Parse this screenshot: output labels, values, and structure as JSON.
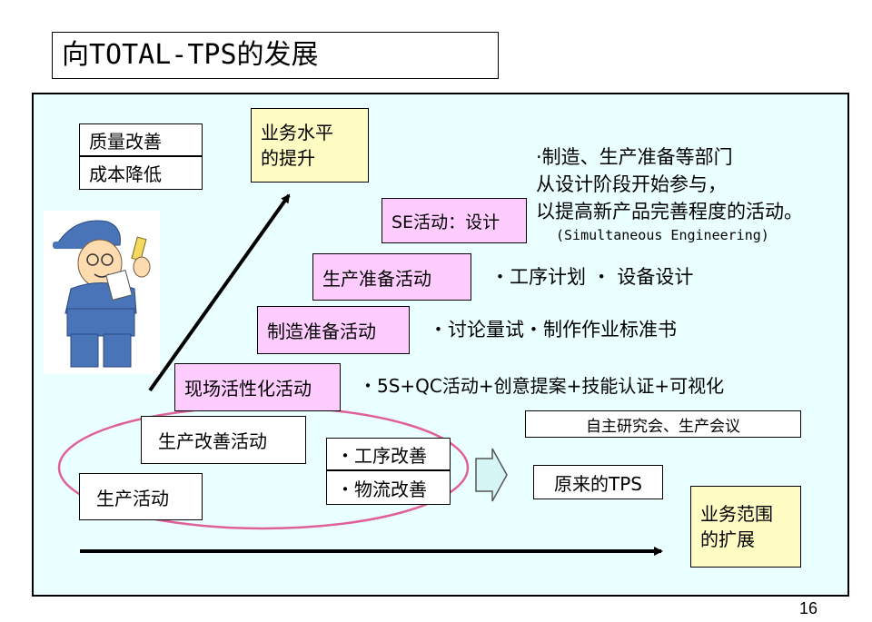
{
  "title": "向TOTAL-TPS的发展",
  "left_boxes": {
    "quality": "质量改善",
    "cost": "成本降低"
  },
  "business_level": [
    "业务水平",
    "的提升"
  ],
  "steps": [
    {
      "label": "SE活动：设计",
      "desc_lines": [
        "·制造、生产准备等部门",
        "从设计阶段开始参与，",
        "以提高新产品完善程度的活动。"
      ],
      "note": "(Simultaneous Engineering)"
    },
    {
      "label": "生产准备活动",
      "desc": "・工序计划  ・ 设备设计"
    },
    {
      "label": "制造准备活动",
      "desc": "・讨论量试・制作作业标准书"
    },
    {
      "label": "现场活性化活动",
      "desc": "・5S+QC活动+创意提案+技能认证+可视化"
    }
  ],
  "base": {
    "improvement": "生产改善活动",
    "production": "生产活动",
    "sub_items": [
      "・工序改善",
      "・物流改善"
    ]
  },
  "right": {
    "research": "自主研究会、生产会议",
    "old_tps": "原来的TPS",
    "scope": [
      "业务范围",
      "的扩展"
    ]
  },
  "page_number": "16",
  "colors": {
    "panel": "#eaffff",
    "yellow": "#fffdc4",
    "pink": "#ffccff",
    "ellipse": "#e0609a",
    "arrow_fill": "#d6f5f5"
  }
}
